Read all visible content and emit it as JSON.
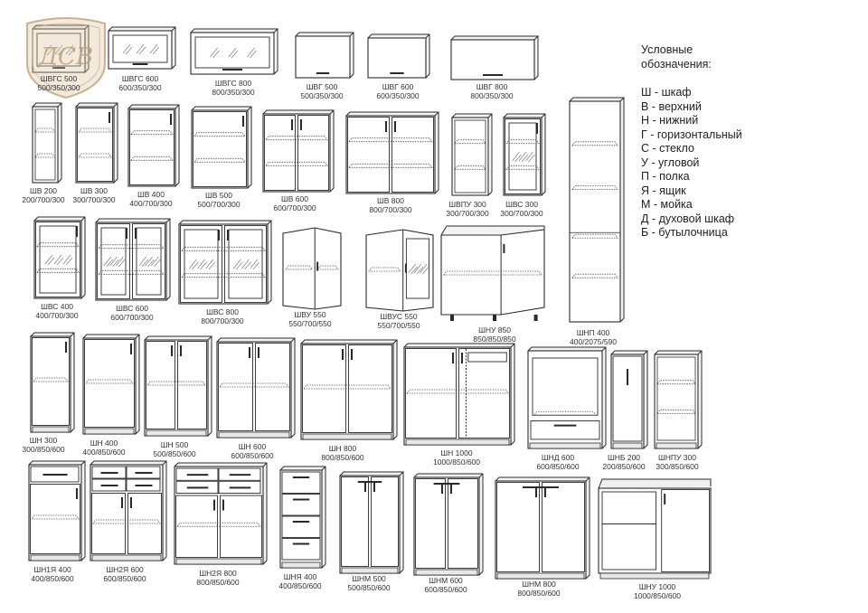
{
  "legend": {
    "title": "Условные\nобозначения:",
    "items": [
      "Ш - шкаф",
      "В - верхний",
      "Н - нижний",
      "Г - горизонтальный",
      "С - стекло",
      "У - угловой",
      "П - полка",
      "Я - ящик",
      "М - мойка",
      "Д - духовой шкаф",
      "Б - бутылочница"
    ]
  },
  "watermark": {
    "text": "ДСВ"
  },
  "colors": {
    "line": "#2a2a2a",
    "shelf": "#555555",
    "glass": "#888888",
    "watermark": "#c9a97a",
    "background": "#ffffff"
  },
  "cabinets": [
    {
      "id": "shvgs500",
      "name": "ШВГС 500",
      "dims": "500/350/300",
      "kind": "glass"
    },
    {
      "id": "shvgs600",
      "name": "ШВГС 600",
      "dims": "600/350/300",
      "kind": "glass"
    },
    {
      "id": "shvgs800",
      "name": "ШВГС 800",
      "dims": "800/350/300",
      "kind": "glass"
    },
    {
      "id": "shvg500",
      "name": "ШВГ 500",
      "dims": "500/350/300",
      "kind": "door"
    },
    {
      "id": "shvg600",
      "name": "ШВГ 600",
      "dims": "600/350/300",
      "kind": "door"
    },
    {
      "id": "shvg800",
      "name": "ШВГ 800",
      "dims": "800/350/300",
      "kind": "door"
    },
    {
      "id": "shv200",
      "name": "ШВ 200",
      "dims": "200/700/300",
      "kind": "open"
    },
    {
      "id": "shv300",
      "name": "ШВ 300",
      "dims": "300/700/300",
      "kind": "door"
    },
    {
      "id": "shv400",
      "name": "ШВ 400",
      "dims": "400/700/300",
      "kind": "door"
    },
    {
      "id": "shv500",
      "name": "ШВ 500",
      "dims": "500/700/300",
      "kind": "door"
    },
    {
      "id": "shv600",
      "name": "ШВ 600",
      "dims": "600/700/300",
      "kind": "door"
    },
    {
      "id": "shv800",
      "name": "ШВ 800",
      "dims": "800/700/300",
      "kind": "door"
    },
    {
      "id": "shvpu300",
      "name": "ШВПУ 300",
      "dims": "300/700/300",
      "kind": "open"
    },
    {
      "id": "shvs300",
      "name": "ШВС 300",
      "dims": "300/700/300",
      "kind": "glass"
    },
    {
      "id": "shvs400",
      "name": "ШВС 400",
      "dims": "400/700/300",
      "kind": "glass"
    },
    {
      "id": "shvs600",
      "name": "ШВС 600",
      "dims": "600/700/300",
      "kind": "glass"
    },
    {
      "id": "shvs800",
      "name": "ШВС 800",
      "dims": "800/700/300",
      "kind": "glass"
    },
    {
      "id": "shvu550",
      "name": "ШВУ 550",
      "dims": "550/700/550",
      "kind": "corner"
    },
    {
      "id": "shvus550",
      "name": "ШВУС 550",
      "dims": "550/700/550",
      "kind": "cornerglass"
    },
    {
      "id": "shnu850",
      "name": "ШНУ 850",
      "dims": "850/850/850",
      "kind": "cornerbase"
    },
    {
      "id": "shnp400",
      "name": "ШНП 400",
      "dims": "400/2075/590",
      "kind": "tall"
    },
    {
      "id": "shn300",
      "name": "ШН 300",
      "dims": "300/850/600",
      "kind": "base"
    },
    {
      "id": "shn400",
      "name": "ШН 400",
      "dims": "400/850/600",
      "kind": "base"
    },
    {
      "id": "shn500",
      "name": "ШН 500",
      "dims": "500/850/600",
      "kind": "base"
    },
    {
      "id": "shn600",
      "name": "ШН 600",
      "dims": "600/850/600",
      "kind": "base"
    },
    {
      "id": "shn800",
      "name": "ШН 800",
      "dims": "800/850/600",
      "kind": "base"
    },
    {
      "id": "shn1000",
      "name": "ШН 1000",
      "dims": "1000/850/600",
      "kind": "base"
    },
    {
      "id": "shnd600",
      "name": "ШНД 600",
      "dims": "600/850/600",
      "kind": "oven"
    },
    {
      "id": "shnb200",
      "name": "ШНБ 200",
      "dims": "200/850/600",
      "kind": "bottle"
    },
    {
      "id": "shnpu300",
      "name": "ШНПУ 300",
      "dims": "300/850/600",
      "kind": "openbase"
    },
    {
      "id": "shn1ya400",
      "name": "ШН1Я 400",
      "dims": "400/850/600",
      "kind": "drawerbase"
    },
    {
      "id": "shn2ya600",
      "name": "ШН2Я 600",
      "dims": "600/850/600",
      "kind": "drawerbase"
    },
    {
      "id": "shn2ya800",
      "name": "ШН2Я 800",
      "dims": "800/850/600",
      "kind": "drawerbase"
    },
    {
      "id": "shnya400",
      "name": "ШНЯ 400",
      "dims": "400/850/600",
      "kind": "drawers"
    },
    {
      "id": "shnm500",
      "name": "ШНМ 500",
      "dims": "500/850/600",
      "kind": "sink"
    },
    {
      "id": "shnm600",
      "name": "ШНМ 600",
      "dims": "600/850/600",
      "kind": "sink"
    },
    {
      "id": "shnm800",
      "name": "ШНМ 800",
      "dims": "800/850/600",
      "kind": "sink"
    },
    {
      "id": "shnu1000",
      "name": "ШНУ 1000",
      "dims": "1000/850/600",
      "kind": "cornerbase"
    }
  ]
}
